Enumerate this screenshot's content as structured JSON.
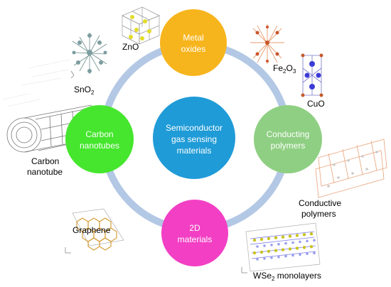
{
  "center": {
    "line1": "Semiconductor",
    "line2": "gas sensing",
    "line3": "materials",
    "color": "#1f9bd7"
  },
  "nodes": {
    "metal_oxides": {
      "line1": "Metal",
      "line2": "oxides",
      "color": "#f7b51d"
    },
    "conducting_polymers": {
      "line1": "Conducting",
      "line2": "polymers",
      "color": "#8fcf83"
    },
    "materials_2d": {
      "line1": "2D",
      "line2": "materials",
      "color": "#f23fc4"
    },
    "carbon_nanotubes": {
      "line1": "Carbon",
      "line2": "nanotubes",
      "color": "#45e62d"
    }
  },
  "ring_color": "#b3c8e4",
  "structures": {
    "zno": {
      "label": "ZnO"
    },
    "sno2": {
      "base": "SnO",
      "sub": "2"
    },
    "fe2o3": {
      "base1": "Fe",
      "sub1": "2",
      "base2": "O",
      "sub2": "3"
    },
    "cuo": {
      "label": "CuO"
    },
    "carbon_nanotube": {
      "line1": "Carbon",
      "line2": "nanotube"
    },
    "conductive_polymers": {
      "line1": "Conductive",
      "line2": "polymers"
    },
    "graphene": {
      "label": "Graphene"
    },
    "wse2": {
      "base": "WSe",
      "sub": "2",
      "rest": " monolayers"
    }
  }
}
